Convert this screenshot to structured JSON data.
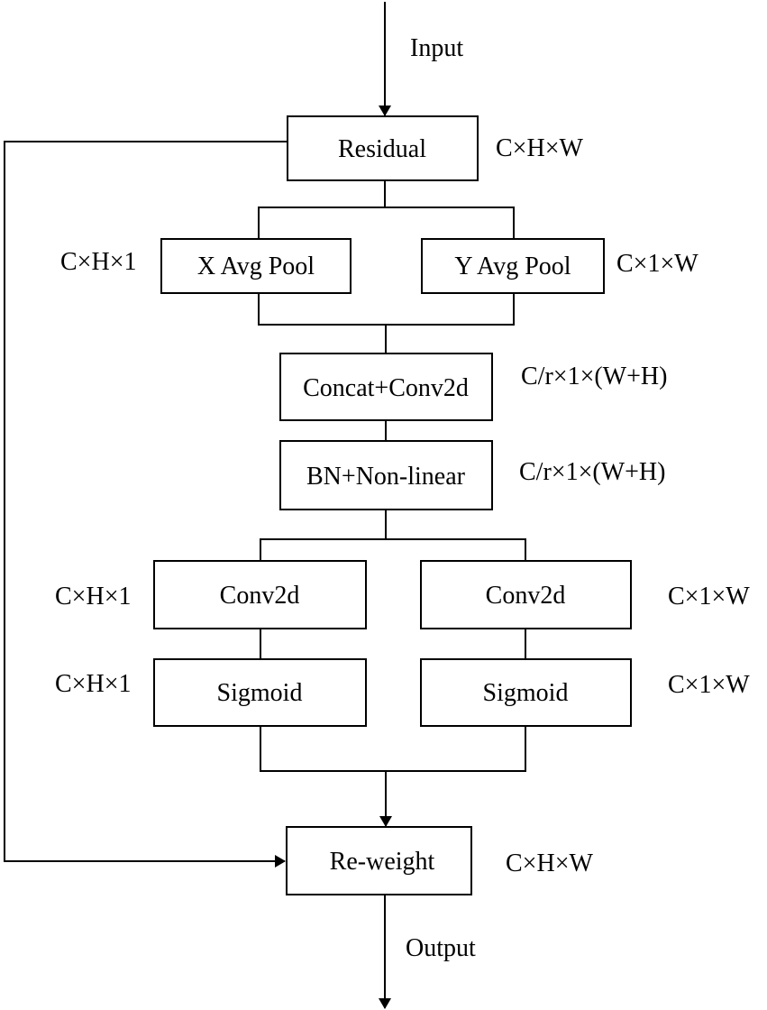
{
  "io": {
    "input_label": "Input",
    "output_label": "Output"
  },
  "blocks": {
    "residual": "Residual",
    "x_avg_pool": "X Avg Pool",
    "y_avg_pool": "Y Avg Pool",
    "concat_conv2d": "Concat+Conv2d",
    "bn_nonlinear": "BN+Non-linear",
    "conv2d_left": "Conv2d",
    "conv2d_right": "Conv2d",
    "sigmoid_left": "Sigmoid",
    "sigmoid_right": "Sigmoid",
    "reweight": "Re-weight"
  },
  "dims": {
    "residual": "C×H×W",
    "x_avg_pool": "C×H×1",
    "y_avg_pool": "C×1×W",
    "concat_conv2d": "C/r×1×(W+H)",
    "bn_nonlinear": "C/r×1×(W+H)",
    "conv2d_left": "C×H×1",
    "conv2d_right": "C×1×W",
    "sigmoid_left": "C×H×1",
    "sigmoid_right": "C×1×W",
    "reweight": "C×H×W"
  }
}
